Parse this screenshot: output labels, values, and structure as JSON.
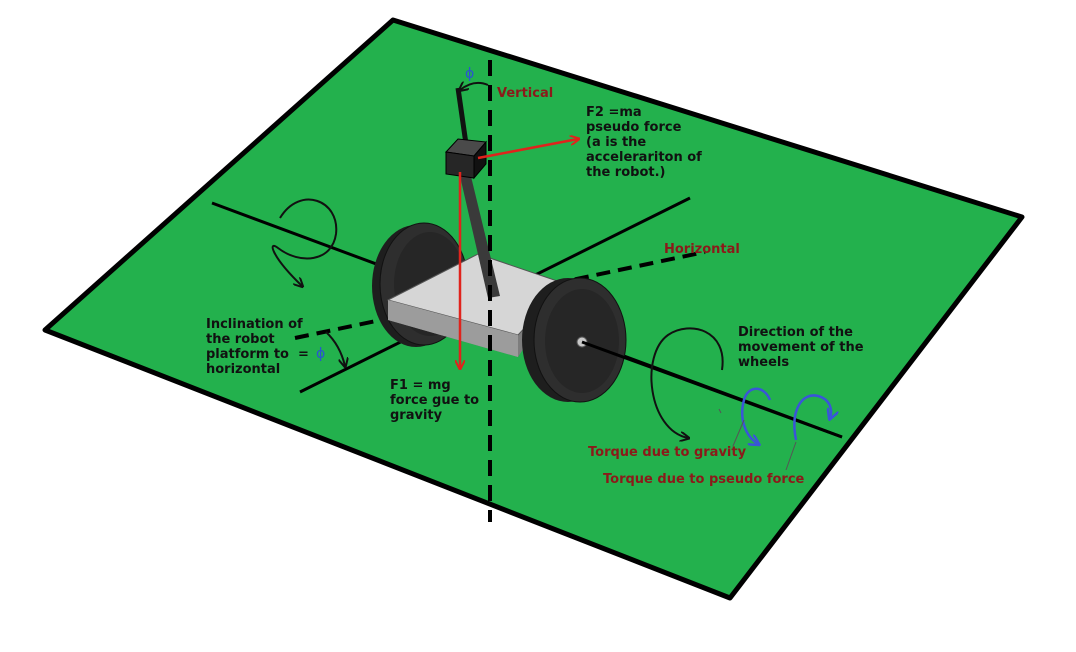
{
  "labels": {
    "vertical": "Vertical",
    "horizontal": "Horizontal",
    "phi": "ϕ",
    "equals": "=",
    "f2": [
      "F2 =ma",
      "pseudo force",
      "(a is the",
      "accelerariton of",
      "the robot.)"
    ],
    "f1": [
      "F1 = mg",
      "force gue to",
      "gravity"
    ],
    "inclination": [
      "Inclination of",
      "the robot",
      "platform to",
      "horizontal"
    ],
    "direction": [
      "Direction of the",
      "movement of the",
      "wheels"
    ],
    "torque_gravity": "Torque due to gravity",
    "torque_pseudo": "Torque due to pseudo force"
  },
  "colors": {
    "ground": "#23b14d",
    "label_red": "#8b1a1a",
    "force_arrow": "#e0231c",
    "torque_arrow": "#3a55d8",
    "phi": "#2a55d0"
  }
}
